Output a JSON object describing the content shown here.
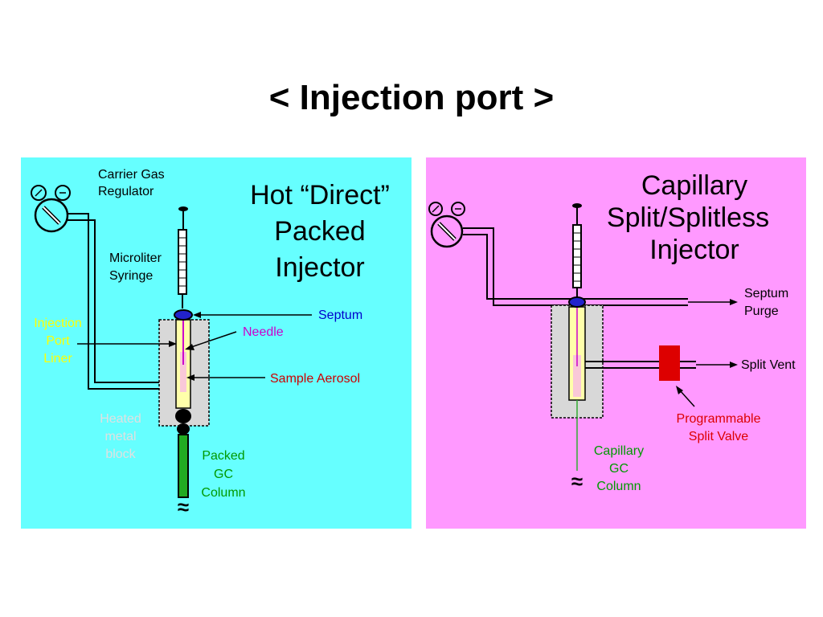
{
  "slide": {
    "title": "< Injection port >"
  },
  "left": {
    "heading": [
      "Hot “Direct”",
      "Packed",
      "Injector"
    ],
    "labels": {
      "carrier_gas_regulator": [
        "Carrier Gas",
        "Regulator"
      ],
      "microliter_syringe": [
        "Microliter",
        "Syringe"
      ],
      "septum": "Septum",
      "needle": "Needle",
      "sample_aerosol": "Sample Aerosol",
      "injection_port_liner": [
        "Injection",
        "Port",
        "Liner"
      ],
      "heated_metal_block": [
        "Heated",
        "metal",
        "block"
      ],
      "packed_gc_column": [
        "Packed",
        "GC",
        "Column"
      ],
      "wave": "≈"
    },
    "colors": {
      "background": "#66ffff",
      "septum_label": "#0000cc",
      "needle_label": "#cc00cc",
      "sample_label": "#cc0000",
      "liner_label": "#ffff00",
      "block_label": "#e0e0e0",
      "column_label": "#009900",
      "column": "#22aa22"
    }
  },
  "right": {
    "heading": [
      "Capillary",
      "Split/Splitless",
      "Injector"
    ],
    "labels": {
      "septum_purge": [
        "Septum",
        "Purge"
      ],
      "split_vent": "Split Vent",
      "programmable_split_valve": [
        "Programmable",
        "Split Valve"
      ],
      "capillary_gc_column": [
        "Capillary",
        "GC",
        "Column"
      ],
      "wave": "≈"
    },
    "colors": {
      "background": "#ff99ff",
      "valve": "#dd0000",
      "valve_label": "#dd0000",
      "column_label": "#009900"
    }
  }
}
